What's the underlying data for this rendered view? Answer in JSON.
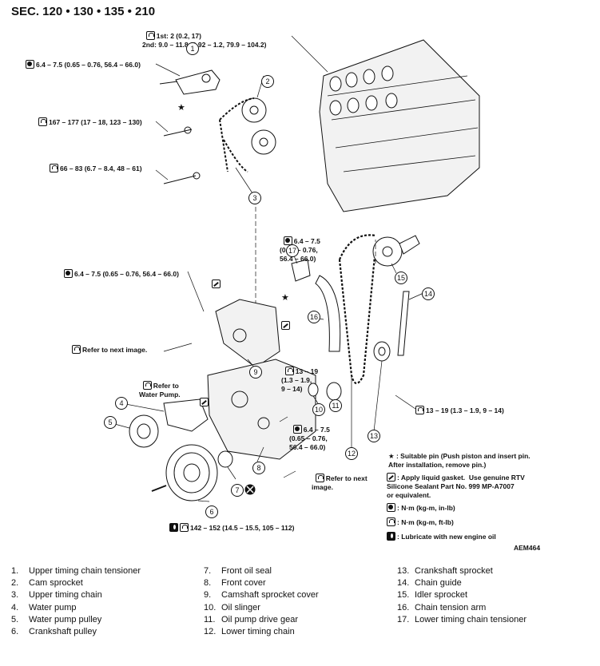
{
  "section": "SEC. 120 • 130 • 135 • 210",
  "drawing_code": "AEM464",
  "torque_specs": [
    {
      "id": "t-upper-tensioner-stage",
      "icon": "nm-ft-icon",
      "text": "1st: 2 (0.2, 17)\n2nd: 9.0 – 11.8 (0.92 – 1.2, 79.9 – 104.2)"
    },
    {
      "id": "t-tensioner-bolts",
      "icon": "nm-in-icon",
      "text": "6.4 – 7.5 (0.65 – 0.76, 56.4 – 66.0)"
    },
    {
      "id": "t-cam-sprocket-bolt-1",
      "icon": "nm-ft-icon",
      "text": "167 – 177 (17 – 18, 123 – 130)"
    },
    {
      "id": "t-cam-sprocket-bolt-2",
      "icon": "nm-ft-icon",
      "text": "66 – 83 (6.7 – 8.4, 48 – 61)"
    },
    {
      "id": "t-lower-tensioner",
      "icon": "nm-in-icon",
      "text": "6.4 – 7.5\n(0.65 – 0.76,\n56.4 – 66.0)"
    },
    {
      "id": "t-sprocket-cover",
      "icon": "nm-in-icon",
      "text": "6.4 – 7.5 (0.65 – 0.76, 56.4 – 66.0)"
    },
    {
      "id": "t-front-cover-bolt",
      "icon": "nm-ft-icon",
      "text": "13 – 19\n(1.3 – 1.9,\n9 – 14)"
    },
    {
      "id": "t-front-cover-in",
      "icon": "nm-in-icon",
      "text": "6.4 – 7.5\n(0.65 – 0.76,\n56.4 – 66.0)"
    },
    {
      "id": "t-tension-arm",
      "icon": "nm-ft-icon",
      "text": "13 – 19 (1.3 – 1.9, 9 – 14)"
    },
    {
      "id": "t-crank-pulley",
      "icon": "nm-ft-icon",
      "text": "142 – 152 (14.5 – 15.5, 105 – 112)"
    }
  ],
  "refer_notes": [
    {
      "id": "ref-next-image-1",
      "text": "Refer to next image."
    },
    {
      "id": "ref-water-pump",
      "text": "Refer to\nWater Pump."
    },
    {
      "id": "ref-next-image-2",
      "text": "Refer to next\nimage."
    }
  ],
  "legend": [
    {
      "symbol": "star-icon",
      "text": ": Suitable pin (Push piston and insert pin.\nAfter installation, remove pin.)"
    },
    {
      "symbol": "gasket-icon",
      "text": ": Apply liquid gasket.  Use genuine RTV\nSilicone Sealant Part No. 999 MP-A7007\nor equivalent."
    },
    {
      "symbol": "nm-in-icon",
      "text": ": N·m (kg-m, in-lb)"
    },
    {
      "symbol": "nm-ft-icon",
      "text": ": N·m (kg-m, ft-lb)"
    },
    {
      "symbol": "oil-icon",
      "text": ": Lubricate with new engine oil"
    }
  ],
  "callouts": [
    "1",
    "2",
    "3",
    "4",
    "5",
    "6",
    "7",
    "8",
    "9",
    "10",
    "11",
    "12",
    "13",
    "14",
    "15",
    "16",
    "17"
  ],
  "parts": [
    {
      "num": "1.",
      "name": "Upper timing chain tensioner"
    },
    {
      "num": "2.",
      "name": "Cam sprocket"
    },
    {
      "num": "3.",
      "name": "Upper timing chain"
    },
    {
      "num": "4.",
      "name": "Water pump"
    },
    {
      "num": "5.",
      "name": "Water pump pulley"
    },
    {
      "num": "6.",
      "name": "Crankshaft pulley"
    },
    {
      "num": "7.",
      "name": "Front oil seal"
    },
    {
      "num": "8.",
      "name": "Front cover"
    },
    {
      "num": "9.",
      "name": "Camshaft sprocket cover"
    },
    {
      "num": "10.",
      "name": "Oil slinger"
    },
    {
      "num": "11.",
      "name": "Oil pump drive gear"
    },
    {
      "num": "12.",
      "name": "Lower timing chain"
    },
    {
      "num": "13.",
      "name": "Crankshaft sprocket"
    },
    {
      "num": "14.",
      "name": "Chain guide"
    },
    {
      "num": "15.",
      "name": "Idler sprocket"
    },
    {
      "num": "16.",
      "name": "Chain tension arm"
    },
    {
      "num": "17.",
      "name": "Lower timing chain tensioner"
    }
  ]
}
